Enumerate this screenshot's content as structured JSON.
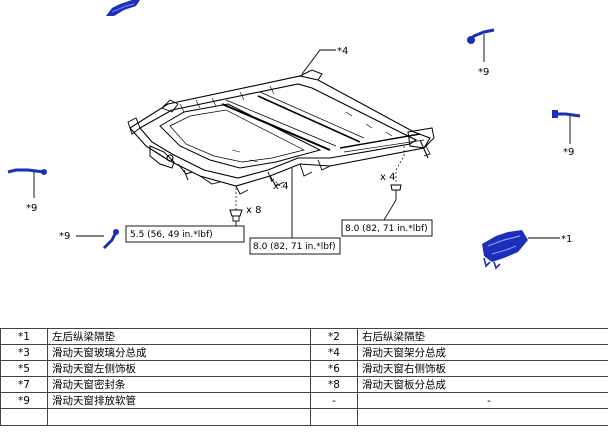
{
  "callouts": {
    "c1": "*1",
    "c4": "*4",
    "c9": "*9"
  },
  "torques": {
    "left": "5.5 (56, 49 in.*lbf)",
    "middle": "8.0 (82, 71 in.*lbf)",
    "right": "8.0 (82, 71 in.*lbf)"
  },
  "quantities": {
    "x8": "x 8",
    "x4_center": "x 4",
    "x4_right": "x 4"
  },
  "legend": [
    {
      "code_a": "*1",
      "desc_a": "左后纵梁隔垫",
      "code_b": "*2",
      "desc_b": "右后纵梁隔垫"
    },
    {
      "code_a": "*3",
      "desc_a": "滑动天窗玻璃分总成",
      "code_b": "*4",
      "desc_b": "滑动天窗架分总成"
    },
    {
      "code_a": "*5",
      "desc_a": "滑动天窗左侧饰板",
      "code_b": "*6",
      "desc_b": "滑动天窗右侧饰板"
    },
    {
      "code_a": "*7",
      "desc_a": "滑动天窗密封条",
      "code_b": "*8",
      "desc_b": "滑动天窗板分总成"
    },
    {
      "code_a": "*9",
      "desc_a": "滑动天窗排放软管",
      "code_b": "-",
      "desc_b": "-"
    }
  ],
  "colors": {
    "part_blue": "#1b2fb8",
    "line": "#000000"
  }
}
